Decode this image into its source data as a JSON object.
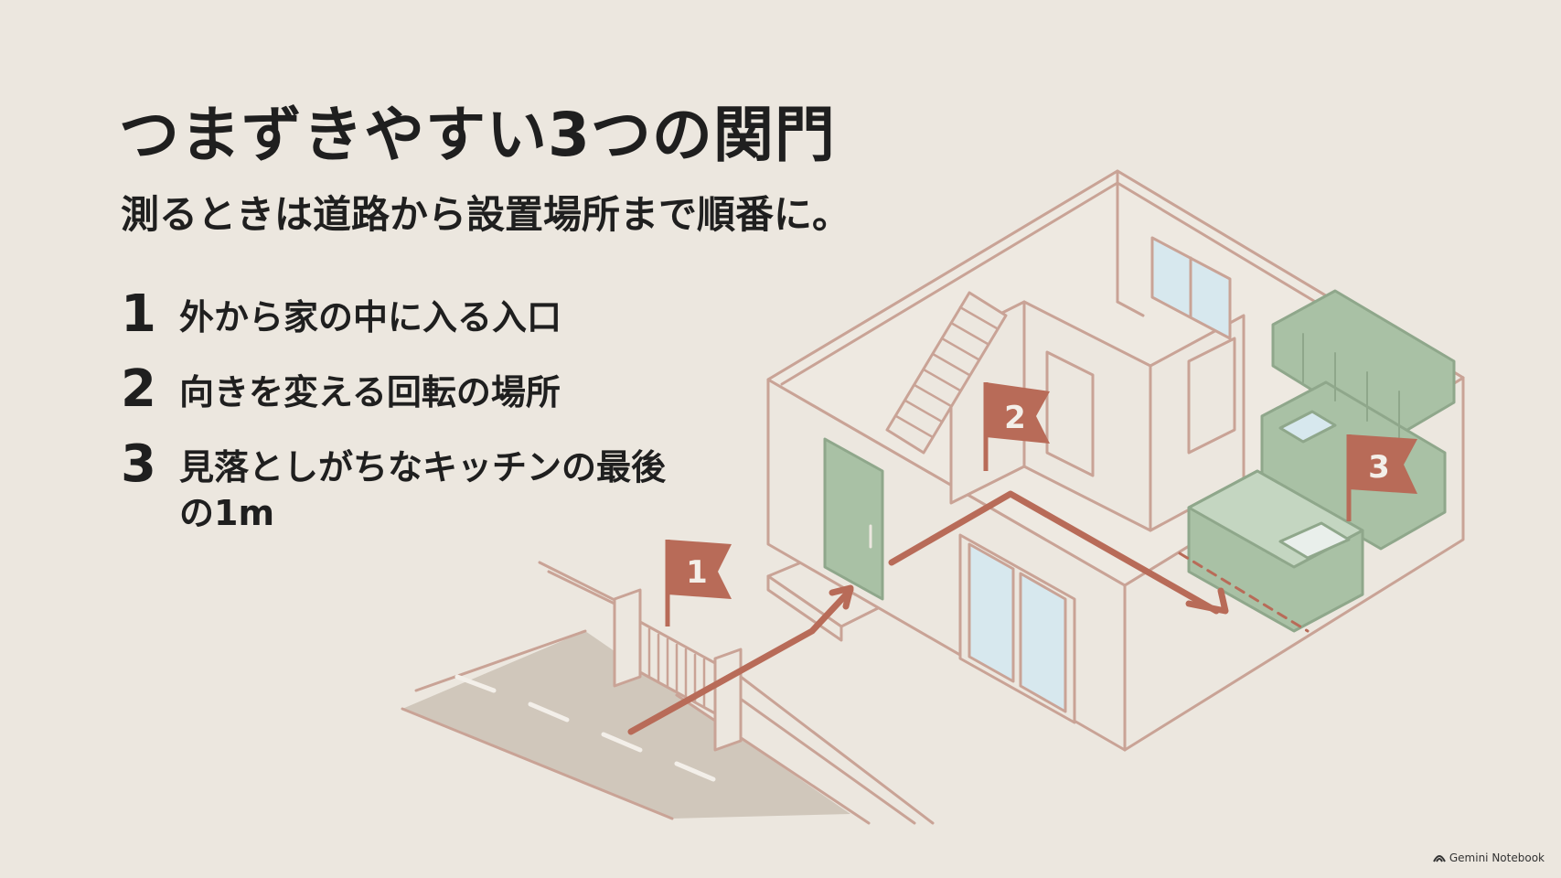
{
  "title": "つまずきやすい3つの関門",
  "subtitle": "測るときは道路から設置場所まで順番に。",
  "points": [
    {
      "number": "1",
      "text": "外から家の中に入る入口"
    },
    {
      "number": "2",
      "text": "向きを変える回転の場所"
    },
    {
      "number": "3",
      "text": "見落としがちなキッチンの最後の1m"
    }
  ],
  "flags": [
    {
      "label": "1"
    },
    {
      "label": "2"
    },
    {
      "label": "3"
    }
  ],
  "brand": {
    "name": "Gemini Notebook"
  },
  "colors": {
    "background": "#ece7df",
    "line": "#c9a396",
    "accent": "#b86b58",
    "green": "#a9c1a5",
    "glass": "#d7e8ee",
    "road": "#d0c7bb"
  }
}
